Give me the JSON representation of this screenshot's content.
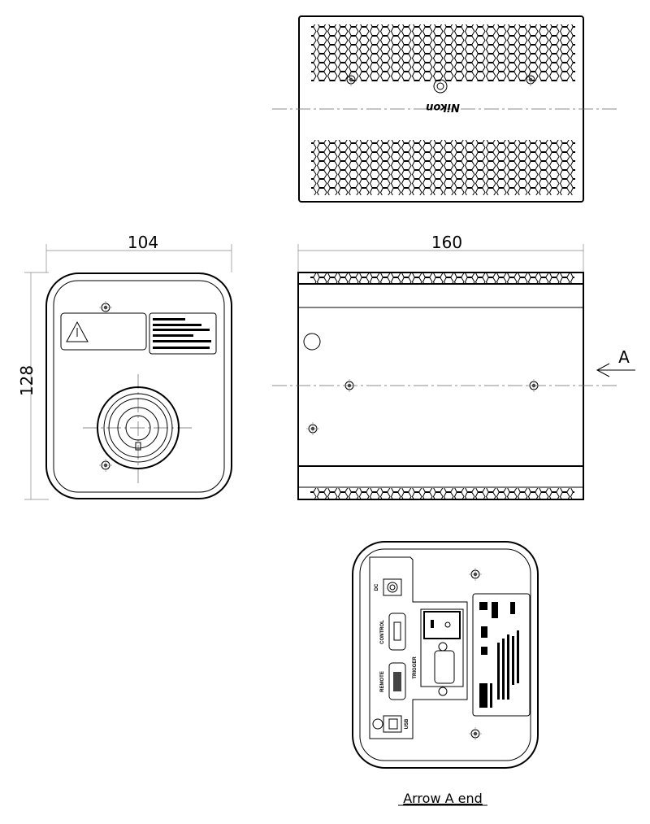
{
  "dimensions": {
    "width_side": "104",
    "length": "160",
    "height": "128"
  },
  "view_marker": "A",
  "caption": "Arrow A end",
  "logo": "Nikon",
  "connectors": {
    "dc": "DC",
    "control": "CONTROL",
    "remote": "REMOTE",
    "trigger": "TRIGGER",
    "usb": "USB"
  }
}
